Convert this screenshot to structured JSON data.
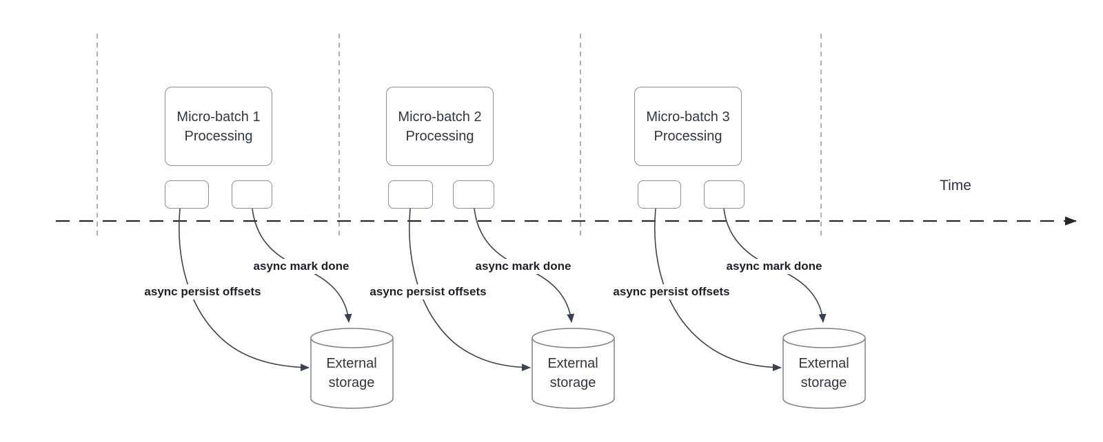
{
  "timeline": {
    "label": "Time"
  },
  "colors": {
    "connector": "#3a4150",
    "timeline_line": "#22272f",
    "guide_line": "#b0b0b0",
    "shape_border": "#8c8c8c",
    "shape_text": "#2f3542",
    "annotation_text": "#1b2028",
    "background": "#ffffff"
  },
  "groups": [
    {
      "process_label": "Micro-batch 1\nProcessing",
      "persist_label": "async persist offsets",
      "mark_label": "async mark done",
      "storage_label": "External\nstorage"
    },
    {
      "process_label": "Micro-batch 2\nProcessing",
      "persist_label": "async persist offsets",
      "mark_label": "async mark done",
      "storage_label": "External\nstorage"
    },
    {
      "process_label": "Micro-batch 3\nProcessing",
      "persist_label": "async persist offsets",
      "mark_label": "async mark done",
      "storage_label": "External\nstorage"
    }
  ]
}
